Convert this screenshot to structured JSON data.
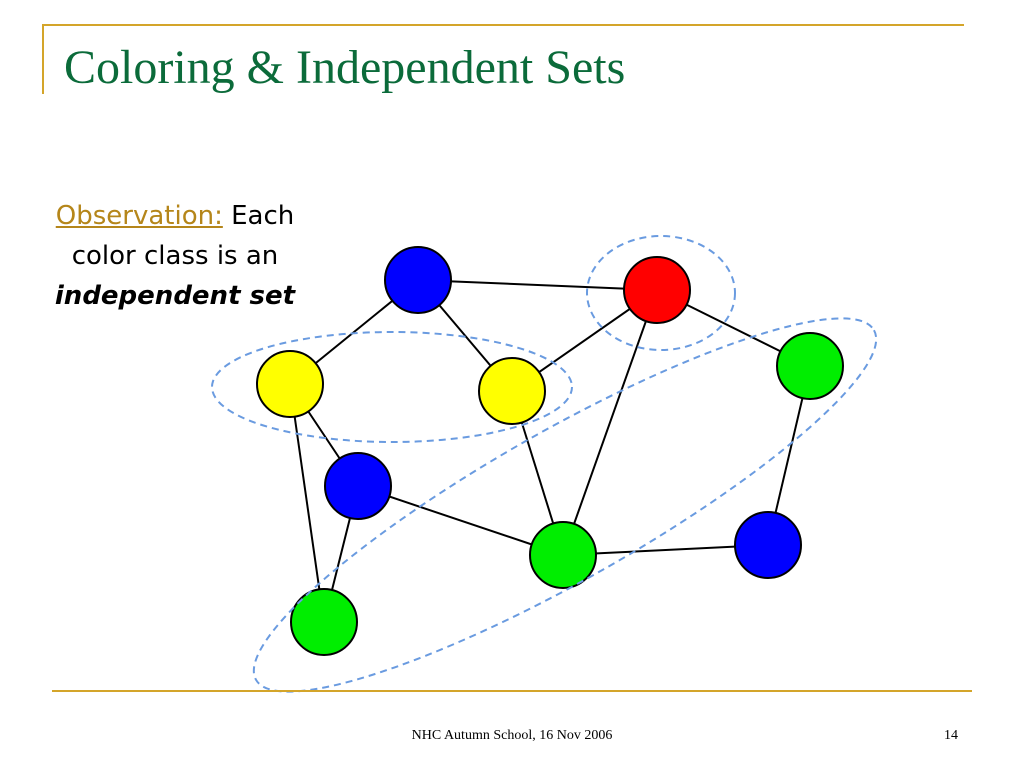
{
  "slide": {
    "title": "Coloring & Independent Sets",
    "observation": {
      "label": "Observation:",
      "text_1": "Each",
      "text_2": "color class is an",
      "emphasis": "independent set"
    },
    "footer": "NHC Autumn School, 16 Nov 2006",
    "page_number": "14"
  },
  "colors": {
    "title": "#0b6b3a",
    "frame_line": "#d4a52a",
    "observation_label": "#b5861a",
    "node_blue": "#0000ff",
    "node_red": "#ff0000",
    "node_yellow": "#ffff00",
    "node_green": "#00ee00",
    "ellipse_dashed": "#6a9be0"
  },
  "graph": {
    "nodes": [
      {
        "id": "b1",
        "color": "blue"
      },
      {
        "id": "r1",
        "color": "red"
      },
      {
        "id": "y1",
        "color": "yellow"
      },
      {
        "id": "y2",
        "color": "yellow"
      },
      {
        "id": "g1",
        "color": "green"
      },
      {
        "id": "b2",
        "color": "blue"
      },
      {
        "id": "g2",
        "color": "green"
      },
      {
        "id": "b3",
        "color": "blue"
      },
      {
        "id": "g3",
        "color": "green"
      }
    ],
    "edges": [
      [
        "b1",
        "r1"
      ],
      [
        "b1",
        "y1"
      ],
      [
        "b1",
        "y2"
      ],
      [
        "r1",
        "y2"
      ],
      [
        "r1",
        "g1"
      ],
      [
        "r1",
        "g2"
      ],
      [
        "y1",
        "b2"
      ],
      [
        "y1",
        "g3"
      ],
      [
        "y2",
        "g2"
      ],
      [
        "b2",
        "g2"
      ],
      [
        "b2",
        "g3"
      ],
      [
        "g2",
        "b3"
      ],
      [
        "g1",
        "b3"
      ]
    ],
    "highlighted_sets": [
      "yellow",
      "red",
      "green"
    ]
  }
}
